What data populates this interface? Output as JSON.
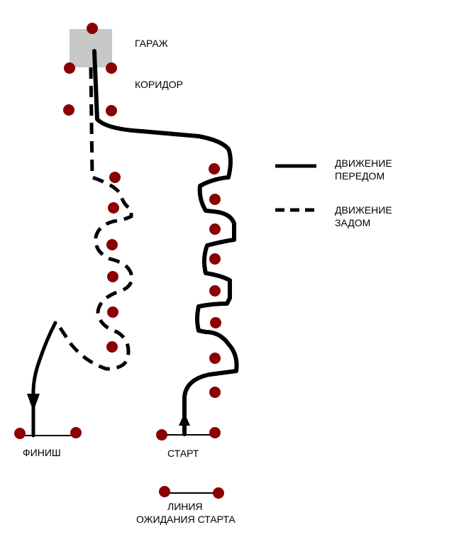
{
  "labels": {
    "garage": "ГАРАЖ",
    "corridor": "КОРИДОР",
    "finish": "ФИНИШ",
    "start": "СТАРТ",
    "waiting_line_1": "ЛИНИЯ",
    "waiting_line_2": "ОЖИДАНИЯ СТАРТА"
  },
  "legend": {
    "forward_1": "ДВИЖЕНИЕ",
    "forward_2": "ПЕРЕДОМ",
    "reverse_1": "ДВИЖЕНИЕ",
    "reverse_2": "ЗАДОМ"
  },
  "colors": {
    "cone": "#8b0000",
    "garage": "#c8c8c8",
    "path": "#000000"
  }
}
